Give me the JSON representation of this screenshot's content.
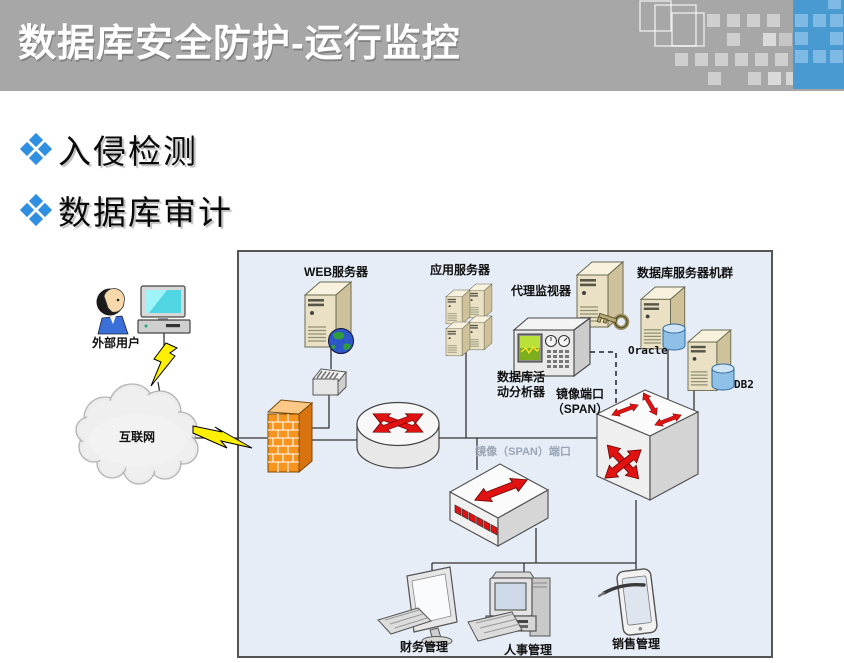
{
  "header": {
    "title": "数据库安全防护-运行监控"
  },
  "bullets": [
    {
      "label": "入侵检测"
    },
    {
      "label": "数据库审计"
    }
  ],
  "diagram": {
    "labels": {
      "external_user": "外部用户",
      "internet": "互联网",
      "web_server": "WEB服务器",
      "app_server": "应用服务器",
      "proxy_monitor": "代理监视器",
      "db_cluster": "数据库服务器机群",
      "oracle": "Oracle",
      "db2": "DB2",
      "analyzer_line1": "数据库活",
      "analyzer_line2": "动分析器",
      "mirror_port_line1": "镜像端口",
      "mirror_port_line2": "（SPAN）",
      "mirror_span_port": "镜像（SPAN）端口",
      "finance": "财务管理",
      "hr": "人事管理",
      "sales": "销售管理"
    },
    "colors": {
      "header_gray": "#a7a7a7",
      "accent_blue_band": "#4a9ad2",
      "bullet_blue": "#2f8fe0",
      "diagram_bg": "#e6edf7",
      "firewall_orange": "#f6941e",
      "arrow_red": "#e01212",
      "server_beige": "#eae1c4"
    }
  }
}
